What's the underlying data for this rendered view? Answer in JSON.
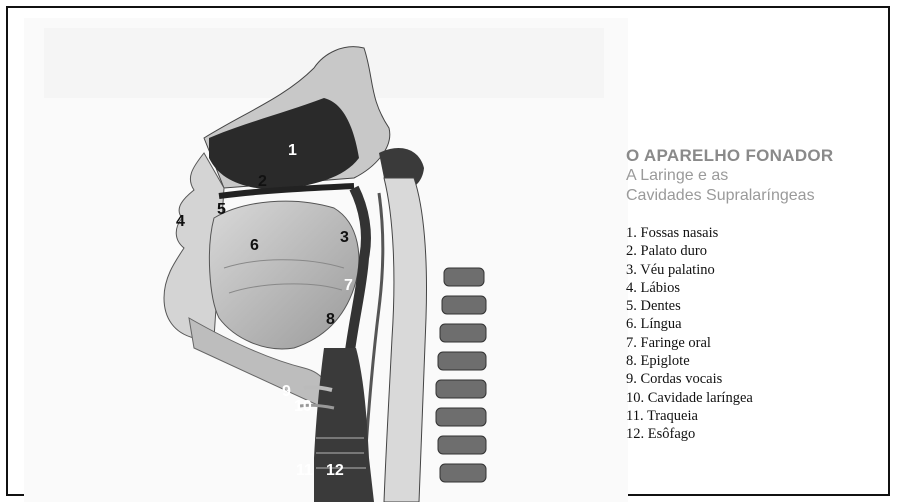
{
  "legend": {
    "title": "O APARELHO FONADOR",
    "subtitle_line1": "A Laringe e as",
    "subtitle_line2": "Cavidades Supralaríngeas",
    "items": [
      "1. Fossas nasais",
      "2. Palato duro",
      "3. Véu palatino",
      "4. Lábios",
      "5. Dentes",
      "6. Língua",
      "7. Faringe oral",
      "8. Epiglote",
      "9. Cordas vocais",
      "10. Cavidade laríngea",
      "11. Traqueia",
      "12. Esôfago"
    ]
  },
  "diagram": {
    "labels": [
      "1",
      "2",
      "3",
      "4",
      "5",
      "6",
      "7",
      "8",
      "9",
      "10",
      "11",
      "12"
    ]
  }
}
